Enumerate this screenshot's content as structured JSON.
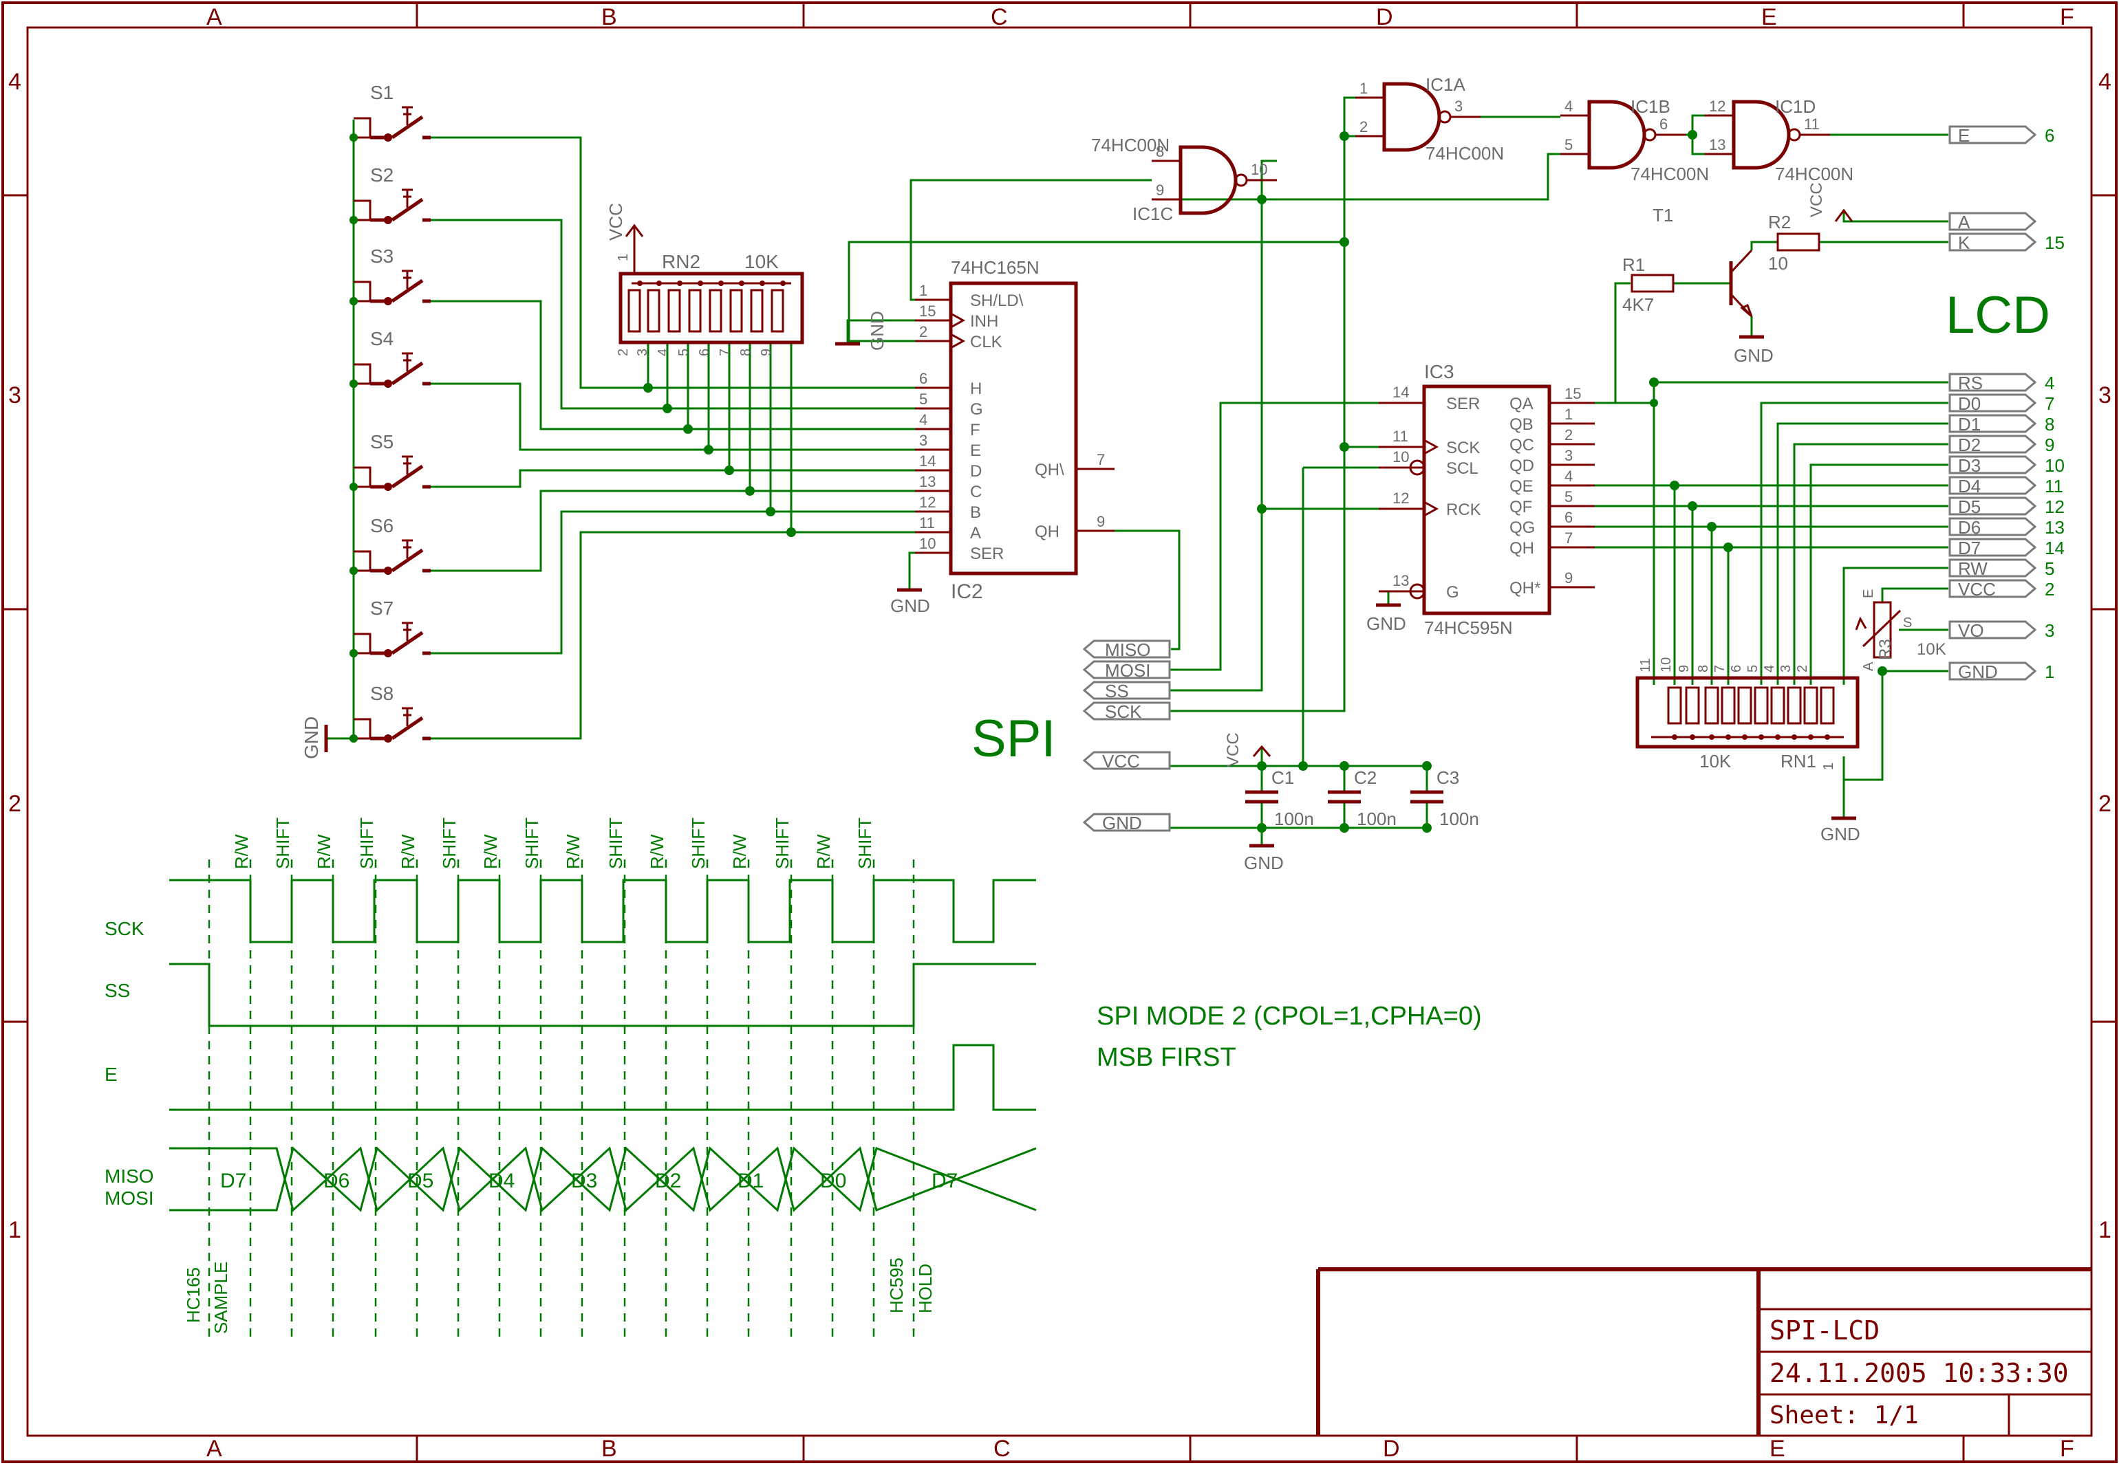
{
  "frame": {
    "columns": [
      "A",
      "B",
      "C",
      "D",
      "E",
      "F"
    ],
    "rows": [
      "4",
      "3",
      "2",
      "1"
    ]
  },
  "title_block": {
    "title": "SPI-LCD",
    "date": "24.11.2005 10:33:30",
    "sheet": "Sheet: 1/1"
  },
  "sections": {
    "spi": "SPI",
    "lcd": "LCD"
  },
  "switches": [
    "S1",
    "S2",
    "S3",
    "S4",
    "S5",
    "S6",
    "S7",
    "S8"
  ],
  "rn2": {
    "name": "RN2",
    "value": "10K",
    "vcc": "VCC",
    "pins": [
      "1",
      "2",
      "3",
      "4",
      "5",
      "6",
      "7",
      "8",
      "9"
    ]
  },
  "ic2": {
    "part": "74HC165N",
    "name": "IC2",
    "left_pins": [
      {
        "num": "1",
        "label": "SH/LD\\"
      },
      {
        "num": "15",
        "label": "INH"
      },
      {
        "num": "2",
        "label": "CLK"
      },
      {
        "num": "6",
        "label": "H"
      },
      {
        "num": "5",
        "label": "G"
      },
      {
        "num": "4",
        "label": "F"
      },
      {
        "num": "3",
        "label": "E"
      },
      {
        "num": "14",
        "label": "D"
      },
      {
        "num": "13",
        "label": "C"
      },
      {
        "num": "12",
        "label": "B"
      },
      {
        "num": "11",
        "label": "A"
      },
      {
        "num": "10",
        "label": "SER"
      }
    ],
    "right_pins": [
      {
        "num": "7",
        "label": "QH\\"
      },
      {
        "num": "9",
        "label": "QH"
      }
    ]
  },
  "ic3": {
    "part": "74HC595N",
    "name": "IC3",
    "left_pins": [
      {
        "num": "14",
        "label": "SER"
      },
      {
        "num": "11",
        "label": "SCK"
      },
      {
        "num": "10",
        "label": "SCL"
      },
      {
        "num": "12",
        "label": "RCK"
      },
      {
        "num": "13",
        "label": "G"
      }
    ],
    "right_pins": [
      {
        "num": "15",
        "label": "QA"
      },
      {
        "num": "1",
        "label": "QB"
      },
      {
        "num": "2",
        "label": "QC"
      },
      {
        "num": "3",
        "label": "QD"
      },
      {
        "num": "4",
        "label": "QE"
      },
      {
        "num": "5",
        "label": "QF"
      },
      {
        "num": "6",
        "label": "QG"
      },
      {
        "num": "7",
        "label": "QH"
      },
      {
        "num": "9",
        "label": "QH*"
      }
    ]
  },
  "gates": [
    {
      "name": "IC1C",
      "part": "74HC00N",
      "in": [
        "8",
        "9"
      ],
      "out": "10"
    },
    {
      "name": "IC1A",
      "part": "74HC00N",
      "in": [
        "1",
        "2"
      ],
      "out": "3"
    },
    {
      "name": "IC1B",
      "part": "74HC00N",
      "in": [
        "4",
        "5"
      ],
      "out": "6"
    },
    {
      "name": "IC1D",
      "part": "74HC00N",
      "in": [
        "12",
        "13"
      ],
      "out": "11"
    }
  ],
  "transistor": {
    "name": "T1",
    "r1": "R1",
    "r1_value": "4K7",
    "r2": "R2",
    "r2_value": "10",
    "vcc": "VCC"
  },
  "lcd_ports": [
    {
      "label": "E",
      "pin": "6"
    },
    {
      "label": "A",
      "pin": ""
    },
    {
      "label": "K",
      "pin": "15"
    },
    {
      "label": "RS",
      "pin": "4"
    },
    {
      "label": "D0",
      "pin": "7"
    },
    {
      "label": "D1",
      "pin": "8"
    },
    {
      "label": "D2",
      "pin": "9"
    },
    {
      "label": "D3",
      "pin": "10"
    },
    {
      "label": "D4",
      "pin": "11"
    },
    {
      "label": "D5",
      "pin": "12"
    },
    {
      "label": "D6",
      "pin": "13"
    },
    {
      "label": "D7",
      "pin": "14"
    },
    {
      "label": "RW",
      "pin": "5"
    },
    {
      "label": "VCC",
      "pin": "2"
    },
    {
      "label": "VO",
      "pin": "3"
    },
    {
      "label": "GND",
      "pin": "1"
    }
  ],
  "rn1": {
    "name": "RN1",
    "value": "10K",
    "pins": [
      "11",
      "10",
      "9",
      "8",
      "7",
      "6",
      "5",
      "4",
      "3",
      "2",
      "1"
    ]
  },
  "r3": {
    "name": "R3",
    "value": "10K",
    "e": "E",
    "s": "S",
    "a": "A"
  },
  "spi_ports": [
    "MISO",
    "MOSI",
    "SS",
    "SCK"
  ],
  "power_ports": [
    "VCC",
    "GND"
  ],
  "caps": [
    {
      "name": "C1",
      "value": "100n"
    },
    {
      "name": "C2",
      "value": "100n"
    },
    {
      "name": "C3",
      "value": "100n"
    }
  ],
  "labels": {
    "gnd": "GND",
    "vcc": "VCC"
  },
  "timing": {
    "signals": [
      "SCK",
      "SS",
      "E",
      "MISO",
      "MOSI"
    ],
    "phases": [
      "R/W",
      "SHIFT",
      "R/W",
      "SHIFT",
      "R/W",
      "SHIFT",
      "R/W",
      "SHIFT",
      "R/W",
      "SHIFT",
      "R/W",
      "SHIFT",
      "R/W",
      "SHIFT",
      "R/W",
      "SHIFT"
    ],
    "bits": [
      "D7",
      "D6",
      "D5",
      "D4",
      "D3",
      "D2",
      "D1",
      "D0",
      "D7"
    ],
    "start_note": [
      "HC165",
      "SAMPLE"
    ],
    "end_note": [
      "HC595",
      "HOLD"
    ],
    "mode_text": "SPI MODE 2 (CPOL=1,CPHA=0)",
    "order_text": "MSB FIRST"
  }
}
